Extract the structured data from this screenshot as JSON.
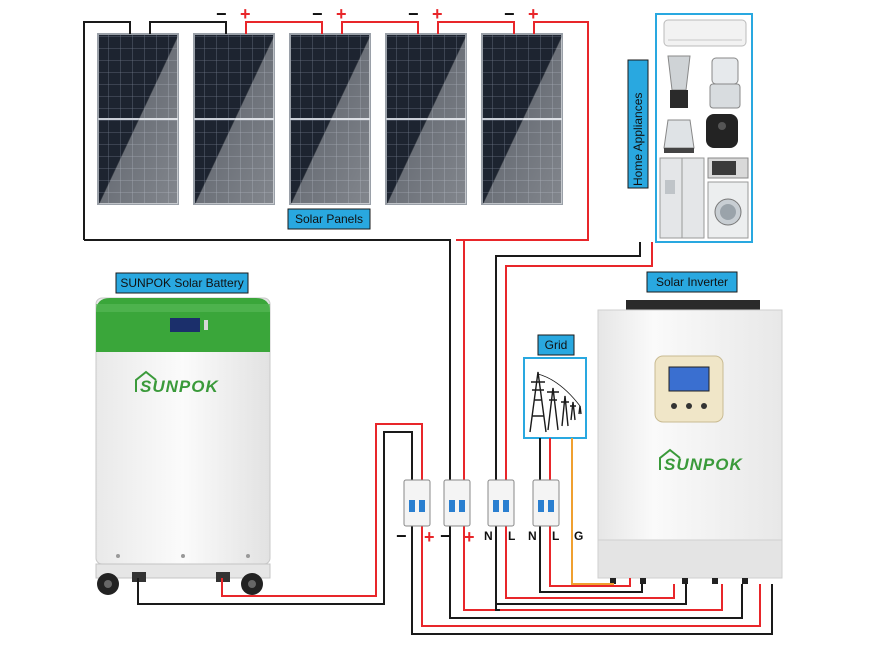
{
  "labels": {
    "solar_panels": "Solar Panels",
    "battery": "SUNPOK Solar Battery",
    "inverter": "Solar Inverter",
    "grid": "Grid",
    "appliances": "Home Appliances"
  },
  "brand": {
    "battery_logo": "SUNPOK",
    "inverter_logo": "SUNPOK"
  },
  "polarity": {
    "neg": "−",
    "pos": "+"
  },
  "terminals": [
    "−",
    "+",
    "−",
    "+",
    "N",
    "L",
    "N",
    "L",
    "G"
  ],
  "colors": {
    "positive_wire": "#e8262a",
    "negative_wire": "#1a1a1a",
    "ground_wire": "#f0a030",
    "label_bg": "#29a8e0",
    "battery_green": "#3aa63a"
  }
}
